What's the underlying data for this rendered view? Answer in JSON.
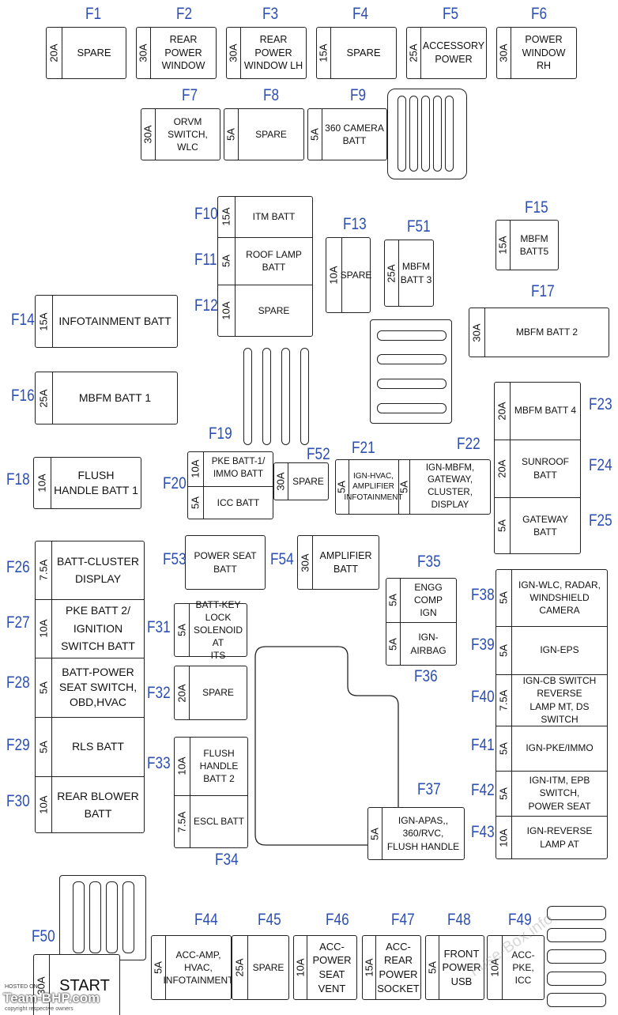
{
  "fuses": {
    "F1": {
      "id": "F1",
      "amp": "20A",
      "label": "SPARE"
    },
    "F2": {
      "id": "F2",
      "amp": "30A",
      "label": "REAR POWER\nWINDOW"
    },
    "F3": {
      "id": "F3",
      "amp": "30A",
      "label": "REAR POWER\nWINDOW LH"
    },
    "F4": {
      "id": "F4",
      "amp": "15A",
      "label": "SPARE"
    },
    "F5": {
      "id": "F5",
      "amp": "25A",
      "label": "ACCESSORY\nPOWER"
    },
    "F6": {
      "id": "F6",
      "amp": "30A",
      "label": "POWER\nWINDOW\nRH"
    },
    "F7": {
      "id": "F7",
      "amp": "30A",
      "label": "ORVM\nSWITCH, WLC"
    },
    "F8": {
      "id": "F8",
      "amp": "5A",
      "label": "SPARE"
    },
    "F9": {
      "id": "F9",
      "amp": "5A",
      "label": "360 CAMERA\nBATT"
    },
    "F10": {
      "id": "F10",
      "amp": "15A",
      "label": "ITM BATT"
    },
    "F11": {
      "id": "F11",
      "amp": "5A",
      "label": "ROOF LAMP\nBATT"
    },
    "F12": {
      "id": "F12",
      "amp": "10A",
      "label": "SPARE"
    },
    "F13": {
      "id": "F13",
      "amp": "10A",
      "label": "SPARE"
    },
    "F14": {
      "id": "F14",
      "amp": "15A",
      "label": "INFOTAINMENT BATT"
    },
    "F15": {
      "id": "F15",
      "amp": "15A",
      "label": "MBFM\nBATT5"
    },
    "F16": {
      "id": "F16",
      "amp": "25A",
      "label": "MBFM BATT 1"
    },
    "F17": {
      "id": "F17",
      "amp": "30A",
      "label": "MBFM BATT 2"
    },
    "F18": {
      "id": "F18",
      "amp": "10A",
      "label": "FLUSH\nHANDLE BATT 1"
    },
    "F19": {
      "id": "F19",
      "amp": "10A",
      "label": "PKE BATT-1/\nIMMO BATT"
    },
    "F20": {
      "id": "F20",
      "amp": "5A",
      "label": "ICC BATT"
    },
    "F21": {
      "id": "F21",
      "amp": "5A",
      "label": "IGN-HVAC,\nAMPLIFIER\nINFOTAINMENT"
    },
    "F22": {
      "id": "F22",
      "amp": "5A",
      "label": "IGN-MBFM,\nGATEWAY,\nCLUSTER, DISPLAY"
    },
    "F23": {
      "id": "F23",
      "amp": "20A",
      "label": "MBFM BATT 4"
    },
    "F24": {
      "id": "F24",
      "amp": "20A",
      "label": "SUNROOF BATT"
    },
    "F25": {
      "id": "F25",
      "amp": "5A",
      "label": "GATEWAY BATT"
    },
    "F26": {
      "id": "F26",
      "amp": "7.5A",
      "label": "BATT-CLUSTER\nDISPLAY"
    },
    "F27": {
      "id": "F27",
      "amp": "10A",
      "label": "PKE BATT 2/\nIGNITION\nSWITCH BATT"
    },
    "F28": {
      "id": "F28",
      "amp": "5A",
      "label": "BATT-POWER\nSEAT SWITCH,\nOBD,HVAC"
    },
    "F29": {
      "id": "F29",
      "amp": "5A",
      "label": "RLS BATT"
    },
    "F30": {
      "id": "F30",
      "amp": "10A",
      "label": "REAR BLOWER\nBATT"
    },
    "F31": {
      "id": "F31",
      "amp": "5A",
      "label": "BATT-KEY\nLOCK\nSOLENOID AT\nITS"
    },
    "F32": {
      "id": "F32",
      "amp": "20A",
      "label": "SPARE"
    },
    "F33": {
      "id": "F33",
      "amp": "10A",
      "label": "FLUSH\nHANDLE\nBATT 2"
    },
    "F34": {
      "id": "F34",
      "amp": "7.5A",
      "label": "ESCL BATT"
    },
    "F35": {
      "id": "F35",
      "amp": "5A",
      "label": "ENGG COMP\nIGN"
    },
    "F36": {
      "id": "F36",
      "amp": "5A",
      "label": "IGN-AIRBAG"
    },
    "F37": {
      "id": "F37",
      "amp": "5A",
      "label": "IGN-APAS,,\n360/RVC,\nFLUSH HANDLE"
    },
    "F38": {
      "id": "F38",
      "amp": "5A",
      "label": "IGN-WLC, RADAR,\nWINDSHIELD\nCAMERA"
    },
    "F39": {
      "id": "F39",
      "amp": "5A",
      "label": "IGN-EPS"
    },
    "F40": {
      "id": "F40",
      "amp": "7.5A",
      "label": "IGN-CB SWITCH\nREVERSE\nLAMP MT, DS SWITCH"
    },
    "F41": {
      "id": "F41",
      "amp": "5A",
      "label": "IGN-PKE/IMMO"
    },
    "F42": {
      "id": "F42",
      "amp": "5A",
      "label": "IGN-ITM, EPB SWITCH,\nPOWER SEAT"
    },
    "F43": {
      "id": "F43",
      "amp": "10A",
      "label": "IGN-REVERSE\nLAMP AT"
    },
    "F44": {
      "id": "F44",
      "amp": "5A",
      "label": "ACC-AMP,\nHVAC,\nINFOTAINMENT"
    },
    "F45": {
      "id": "F45",
      "amp": "25A",
      "label": "SPARE"
    },
    "F46": {
      "id": "F46",
      "amp": "10A",
      "label": "ACC-POWER\nSEAT\nVENT"
    },
    "F47": {
      "id": "F47",
      "amp": "15A",
      "label": "ACC-REAR\nPOWER\nSOCKET"
    },
    "F48": {
      "id": "F48",
      "amp": "5A",
      "label": "FRONT\nPOWER\nUSB"
    },
    "F49": {
      "id": "F49",
      "amp": "10A",
      "label": "ACC-PKE,\nICC"
    },
    "F50": {
      "id": "F50",
      "amp": "30A",
      "label": "START"
    },
    "F51": {
      "id": "F51",
      "amp": "25A",
      "label": "MBFM\nBATT 3"
    },
    "F52": {
      "id": "F52",
      "amp": "30A",
      "label": "SPARE"
    },
    "F53": {
      "id": "F53",
      "amp": "",
      "label": "POWER SEAT\nBATT"
    },
    "F54": {
      "id": "F54",
      "amp": "30A",
      "label": "AMPLIFIER\nBATT"
    }
  },
  "watermarks": {
    "hosted_on": "HOSTED ON :",
    "site": "Team-BHP.com",
    "copyright": "copyright respective owners",
    "fusebox": "Fuse-Box.info"
  },
  "colors": {
    "id_label": "#2d4fb4",
    "line": "#222222",
    "background": "#ffffff"
  }
}
